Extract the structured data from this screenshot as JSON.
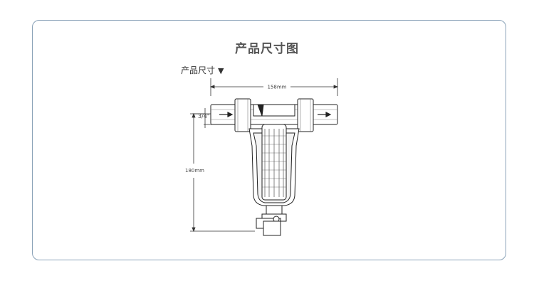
{
  "page": {
    "title": "产品尺寸图",
    "subtitle": "产品尺寸",
    "subtitle_marker": "▼"
  },
  "diagram": {
    "width_label": "158mm",
    "height_label": "180mm",
    "thread_label": "3/4\""
  },
  "colors": {
    "border": "#8aa2b8",
    "line": "#222222"
  }
}
